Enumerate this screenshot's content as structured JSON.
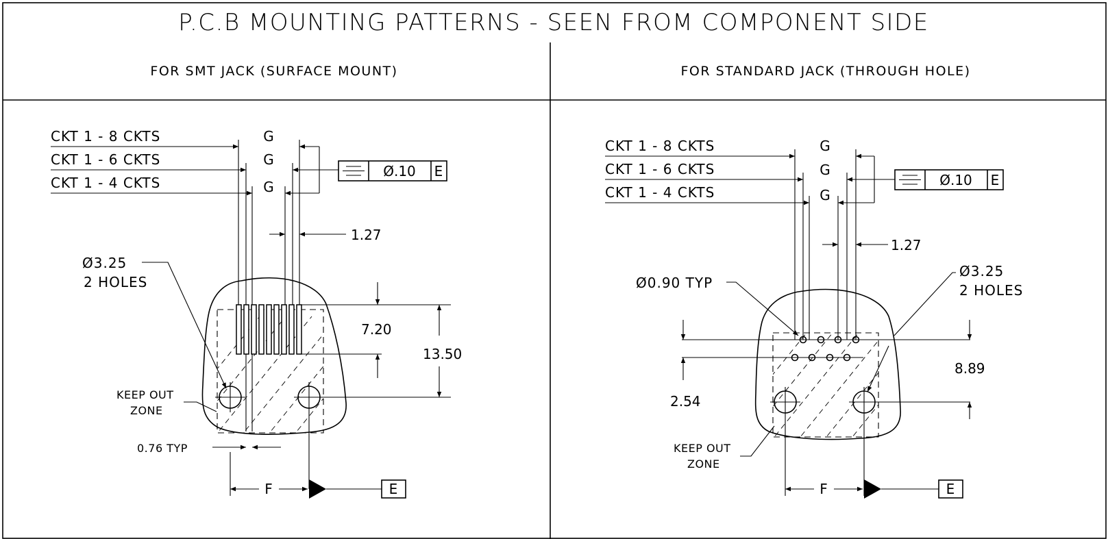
{
  "title": "P.C.B MOUNTING PATTERNS - SEEN FROM COMPONENT SIDE",
  "panels": [
    {
      "heading": "FOR SMT JACK (SURFACE MOUNT)",
      "ckt_labels": [
        "CKT 1 - 8 CKTS",
        "CKT 1 - 6 CKTS",
        "CKT 1 - 4 CKTS"
      ],
      "g_label": "G",
      "tolerance": {
        "symbol": "⌯",
        "value": "Ø.10",
        "datum": "E"
      },
      "pitch": "1.27",
      "hole_callout": [
        "Ø3.25",
        "2 HOLES"
      ],
      "dim_pad_length": "7.20",
      "dim_height": "13.50",
      "keep_out": [
        "KEEP OUT",
        "ZONE"
      ],
      "pad_width": "0.76 TYP",
      "dim_f": "F",
      "datum_label": "E"
    },
    {
      "heading": "FOR STANDARD JACK (THROUGH HOLE)",
      "ckt_labels": [
        "CKT 1 - 8 CKTS",
        "CKT 1 - 6 CKTS",
        "CKT 1 - 4 CKTS"
      ],
      "g_label": "G",
      "tolerance": {
        "symbol": "⌯",
        "value": "Ø.10",
        "datum": "E"
      },
      "pitch": "1.27",
      "pin_hole": "Ø0.90 TYP",
      "hole_callout": [
        "Ø3.25",
        "2 HOLES"
      ],
      "dim_row_spacing": "2.54",
      "dim_height": "8.89",
      "keep_out": [
        "KEEP OUT",
        "ZONE"
      ],
      "dim_f": "F",
      "datum_label": "E"
    }
  ]
}
